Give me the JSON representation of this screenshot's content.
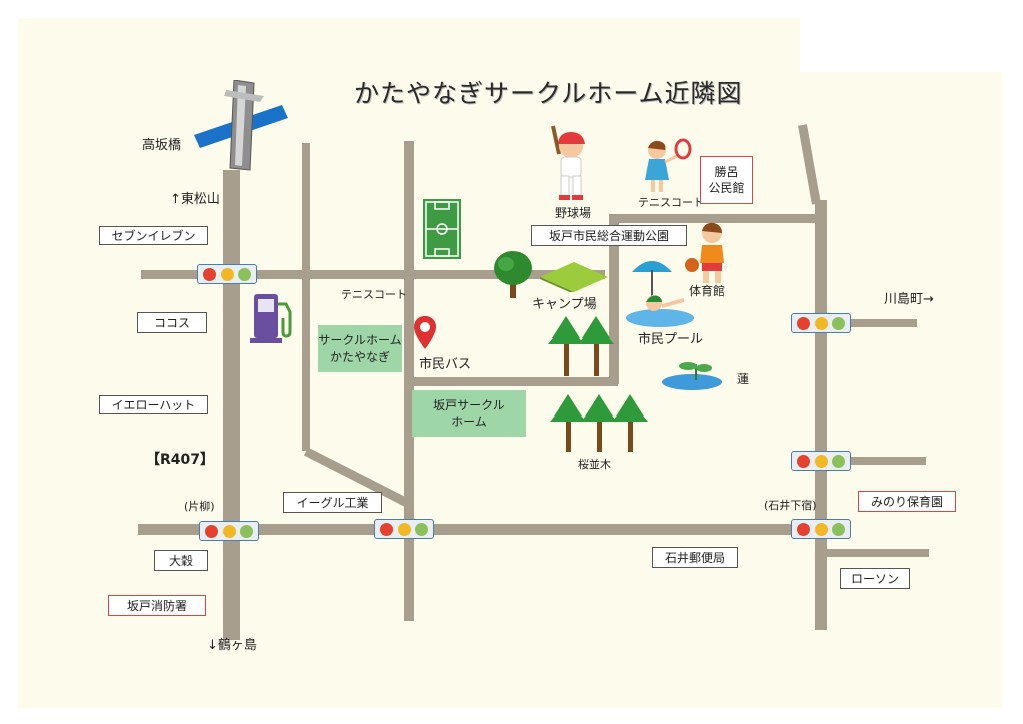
{
  "title": "かたやなぎサークルホーム近隣図",
  "colors": {
    "road": "#a79e8e",
    "background": "#fdfbec",
    "green_box": "#9fd6a8",
    "bridge": "#1a73c9",
    "pin": "#e03030"
  },
  "places": {
    "takasaka_bridge": "高坂橋",
    "higashi_matsuyama": "↑東松山",
    "seven_eleven": "セブンイレブン",
    "cocos": "ココス",
    "yellow_hat": "イエローハット",
    "r407": "【R407】",
    "katayanagi": "(片柳)",
    "daikoku": "大穀",
    "fire_station": "坂戸消防署",
    "tsurugashima": "↓鶴ヶ島",
    "tennis_court_left": "テニスコート",
    "circle_home_katayanagi": [
      "サークルホーム",
      "かたやなぎ"
    ],
    "city_bus": "市民バス",
    "sakado_circle_home": [
      "坂戸サークル",
      "ホーム"
    ],
    "eagle_kogyo": "イーグル工業",
    "baseball": "野球場",
    "tennis_court_top": "テニスコート",
    "katsuro_hall": [
      "勝呂",
      "公民館"
    ],
    "sports_park": "坂戸市民総合運動公園",
    "gym": "体育館",
    "camp": "キャンプ場",
    "pool": "市民プール",
    "lotus": "蓮",
    "sakura_trees": "桜並木",
    "kawajima": "川島町→",
    "ishii_shimojuku": "(石井下宿)",
    "minori_nursery": "みのり保育園",
    "ishii_post_office": "石井郵便局",
    "lawson": "ローソン"
  },
  "icons": {
    "pin": "location-pin-icon",
    "bridge": "bridge-icon",
    "gas": "gas-station-icon",
    "soccer": "soccer-field-icon",
    "baseball": "baseball-player-icon",
    "tennis": "tennis-player-icon",
    "basketball": "basketball-player-icon",
    "tree": "tree-icon",
    "camp": "camp-ground-icon",
    "umbrella": "parasol-icon",
    "swimmer": "swimmer-icon",
    "lotus": "lotus-pond-icon",
    "palm": "palm-tree-icon",
    "signal": "traffic-signal-icon"
  }
}
